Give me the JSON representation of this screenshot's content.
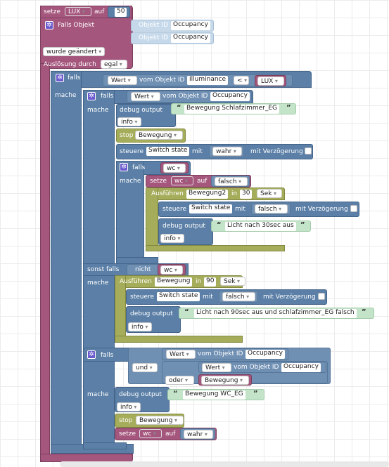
{
  "blocks": {
    "setze": "setze",
    "lux_var": "LUX",
    "auf": "auf",
    "lux_value": "50",
    "falls_objekt": "Falls Objekt",
    "objekt_id": "Objekt ID",
    "occupancy": "Occupancy",
    "wurde_geaendert": "wurde geändert",
    "ausloesung_durch": "Auslösung durch",
    "egal": "egal",
    "falls": "falls",
    "mache": "mache",
    "wert": "Wert",
    "vom_objekt_id": "vom Objekt ID",
    "illuminance": "Illuminance",
    "lt": "<",
    "debug_output": "debug output",
    "bewegung_schlafzimmer": "Bewegung Schlafzimmer_EG",
    "info": "info",
    "stop": "stop",
    "bewegung": "Bewegung",
    "steuere": "steuere",
    "switch_state": "Switch state",
    "mit": "mit",
    "wahr": "wahr",
    "falsch": "falsch",
    "mit_verzoegerung": "mit Verzögerung",
    "wc": "wc",
    "ausfuehren": "Ausführen",
    "bewegung2": "Bewegung2",
    "in": "in",
    "thirty": "30",
    "ninety": "90",
    "sek": "Sek",
    "licht_30": "Licht nach 30sec aus",
    "sonst_falls": "sonst falls",
    "nicht": "nicht",
    "licht_90": "Licht nach 90sec aus und schlafzimmer_EG falsch",
    "und": "und",
    "oder": "oder",
    "bewegung_wc": "Bewegung WC_EG"
  }
}
